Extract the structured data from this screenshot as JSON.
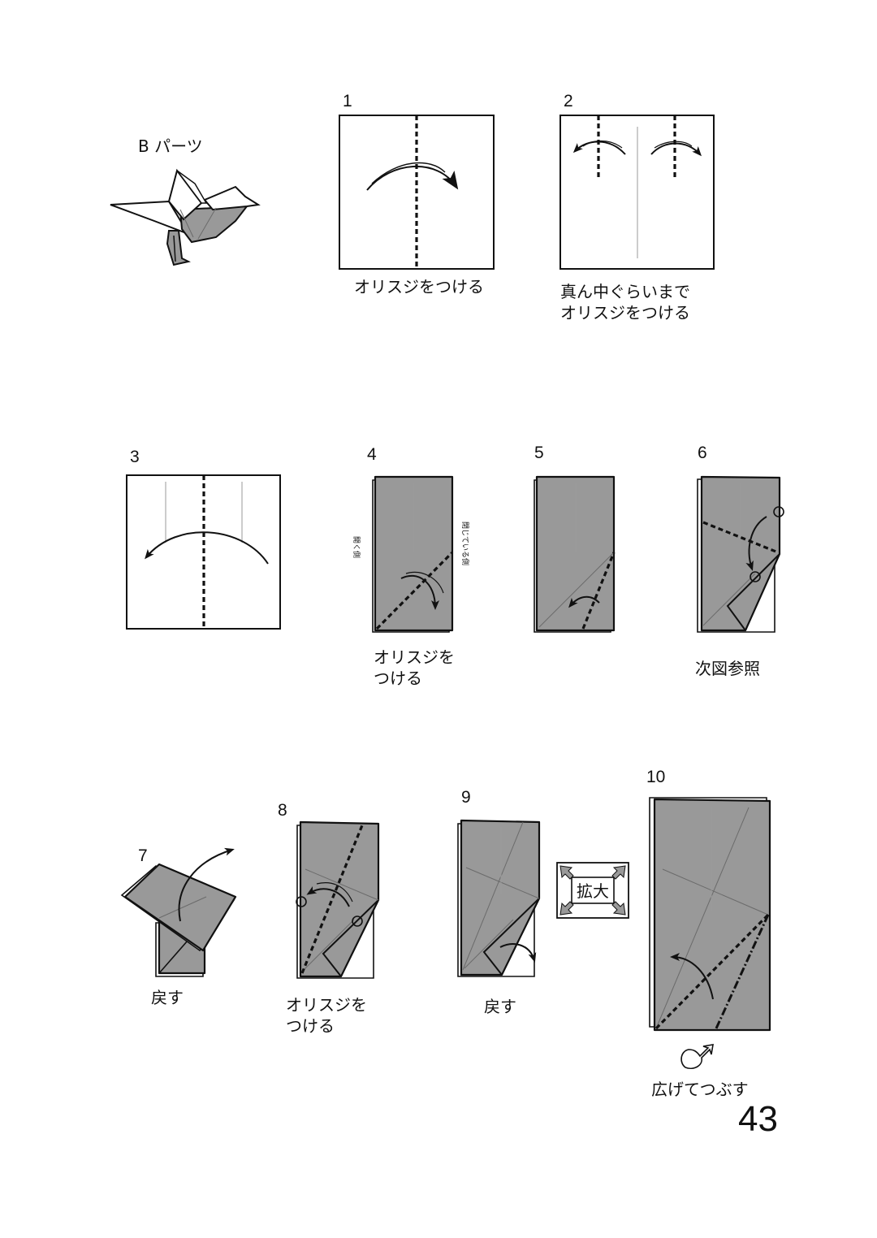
{
  "part_title": "B パーツ",
  "page_number": "43",
  "steps": {
    "s1": {
      "number": "1",
      "caption": "オリスジをつける"
    },
    "s2": {
      "number": "2",
      "caption_line1": "真ん中ぐらいまで",
      "caption_line2": "オリスジをつける"
    },
    "s3": {
      "number": "3"
    },
    "s4": {
      "number": "4",
      "caption_line1": "オリスジを",
      "caption_line2": "つける",
      "label_open_side": "開く側",
      "label_closed_side": "閉じている側"
    },
    "s5": {
      "number": "5"
    },
    "s6": {
      "number": "6",
      "caption": "次図参照"
    },
    "s7": {
      "number": "7",
      "caption": "戻す"
    },
    "s8": {
      "number": "8",
      "caption_line1": "オリスジを",
      "caption_line2": "つける"
    },
    "s9": {
      "number": "9",
      "caption": "戻す"
    },
    "s10": {
      "number": "10",
      "caption": "広げてつぶす"
    }
  },
  "zoom_badge": {
    "label": "拡大"
  },
  "colors": {
    "paper_back": "#999999",
    "paper_front": "#ffffff",
    "ink": "#111111"
  },
  "icons": [
    "enlarge-icon",
    "open-and-squash-icon",
    "bird-model-illustration"
  ]
}
